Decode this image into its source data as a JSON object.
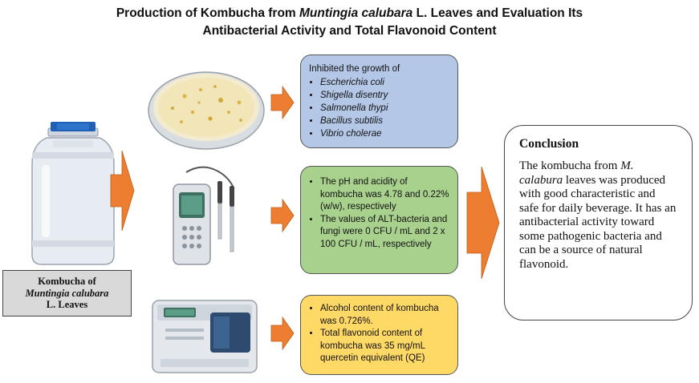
{
  "title": {
    "line1_a": "Production of Kombucha from ",
    "line1_italic": "Muntingia calubara",
    "line1_b": " L. Leaves and Evaluation Its",
    "line2": "Antibacterial Activity and Total Flavonoid Content"
  },
  "product_label": {
    "line1": "Kombucha of",
    "line2_italic": "Muntingia calubara",
    "line3": "L. Leaves"
  },
  "antibacterial_box": {
    "heading": "Inhibited the growth of",
    "bacteria": [
      "Escherichia coli",
      "Shigella disentry",
      "Salmonella thypi",
      "Bacillus subtilis",
      "Vibrio cholerae"
    ]
  },
  "ph_box": {
    "items": [
      "The pH and acidity of kombucha was 4.78 and 0.22% (w/w), respectively",
      "The values of ALT-bacteria and fungi were 0 CFU / mL and 2 x 100 CFU / mL, respectively"
    ]
  },
  "alcohol_box": {
    "items": [
      "Alcohol content of kombucha was 0.726%.",
      "Total flavonoid content of kombucha was 35 mg/mL quercetin equivalent (QE)"
    ]
  },
  "conclusion": {
    "title": "Conclusion",
    "text_a": "The kombucha from ",
    "text_italic": "M. calabura",
    "text_b": " leaves was produced with good characteristic and safe for daily beverage. It has an antibacterial activity toward some pathogenic bacteria and can be a source of natural flavonoid."
  },
  "colors": {
    "arrow": "#ed7d31",
    "blue_box": "#b4c7e7",
    "green_box": "#a9d18e",
    "yellow_box": "#ffd966",
    "label_box": "#d9d9d9"
  }
}
